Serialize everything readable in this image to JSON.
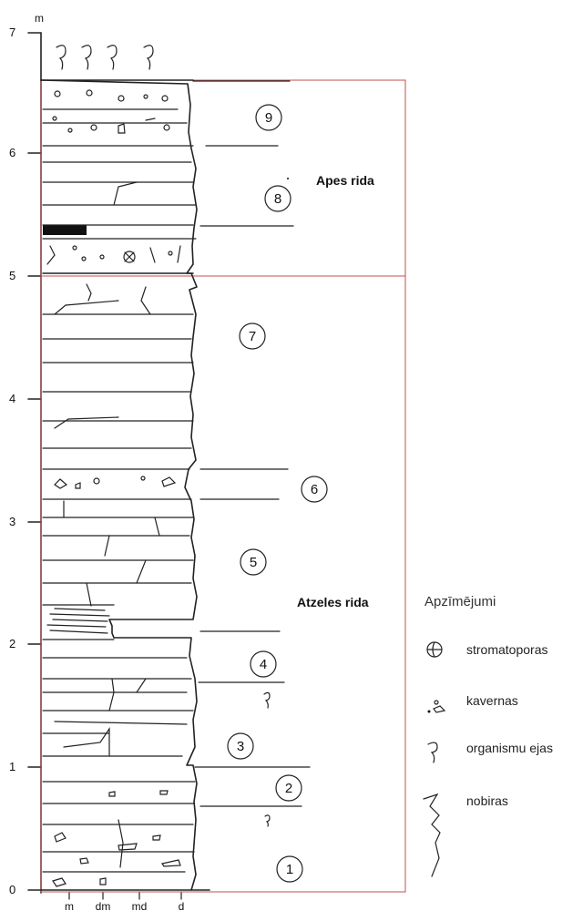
{
  "axis": {
    "unit": "m",
    "ticks": [
      "0",
      "1",
      "2",
      "3",
      "4",
      "5",
      "6",
      "7"
    ],
    "grain_sizes": [
      "m",
      "dm",
      "md",
      "d"
    ]
  },
  "units": [
    {
      "name": "Apes rida",
      "from_m": 5.0,
      "to_m": 6.6
    },
    {
      "name": "Atzeles rida",
      "from_m": 0.0,
      "to_m": 5.0
    }
  ],
  "beds": [
    {
      "number": "1",
      "top_m": 0.7
    },
    {
      "number": "2",
      "top_m": 1.0
    },
    {
      "number": "3",
      "top_m": 1.7
    },
    {
      "number": "4",
      "top_m": 2.1
    },
    {
      "number": "5",
      "top_m": 3.2
    },
    {
      "number": "6",
      "top_m": 3.4
    },
    {
      "number": "7",
      "top_m": 5.0
    },
    {
      "number": "8",
      "top_m": 6.1
    },
    {
      "number": "9",
      "top_m": 6.6
    }
  ],
  "legend": {
    "title": "Apzīmējumi",
    "items": [
      {
        "icon": "stromatopora-icon",
        "label": "stromatoporas"
      },
      {
        "icon": "caverns-icon",
        "label": "kavernas"
      },
      {
        "icon": "burrow-icon",
        "label": "organismu ejas"
      },
      {
        "icon": "stylolite-icon",
        "label": "nobiras"
      }
    ]
  }
}
